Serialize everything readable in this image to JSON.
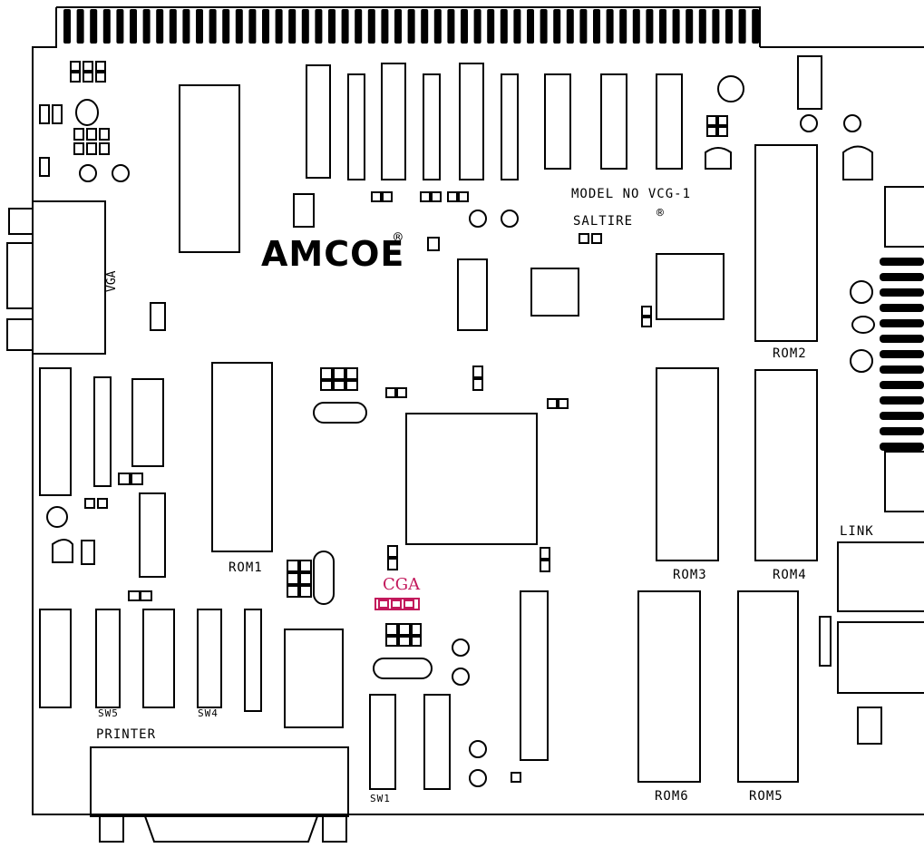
{
  "board": {
    "brand": "AMCOE",
    "brand_mark": "®",
    "model": "MODEL NO VCG-1",
    "product": "SALTIRE",
    "product_mark": "®"
  },
  "connectors": {
    "vga": "VGA",
    "printer": "PRINTER",
    "link": "LINK"
  },
  "jumpers": {
    "cga": "CGA"
  },
  "switches": [
    "SW5",
    "SW4",
    "SW1"
  ],
  "roms": [
    "ROM1",
    "ROM2",
    "ROM3",
    "ROM4",
    "ROM5",
    "ROM6"
  ],
  "colors": {
    "line": "#000000",
    "background": "#ffffff",
    "cga_accent": "#c2185b"
  }
}
